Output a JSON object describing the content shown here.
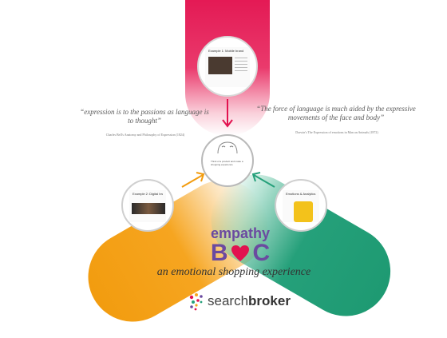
{
  "quotes": {
    "left": {
      "text": "“expression is to the passions as language is to thought”",
      "citation": "Charles Bell's Anatomy and Philosophy of Expression (1824)"
    },
    "right": {
      "text": "“The force of language is much aided by the expressive movements of the face and body”",
      "citation": "Darwin's The Expression of emotions in Man an Animals (1872)"
    }
  },
  "nodes": {
    "top": {
      "title": "Example 1: Mobile brand",
      "color": "#e2124f"
    },
    "left": {
      "title": "Example 2: Digital brand",
      "color": "#f6a520"
    },
    "right": {
      "title": "Emotions & Analytics",
      "color": "#25a07a"
    },
    "center": {
      "caption": "Think of a product and make a shopping experience"
    }
  },
  "brand": {
    "word": "empathy",
    "b2c_left": "B",
    "b2c_right": "C",
    "tagline": "an emotional shopping experience",
    "accent": "#6b4aa0",
    "heart_color": "#e2124f"
  },
  "logo": {
    "prefix": "search",
    "suffix": "broker"
  }
}
